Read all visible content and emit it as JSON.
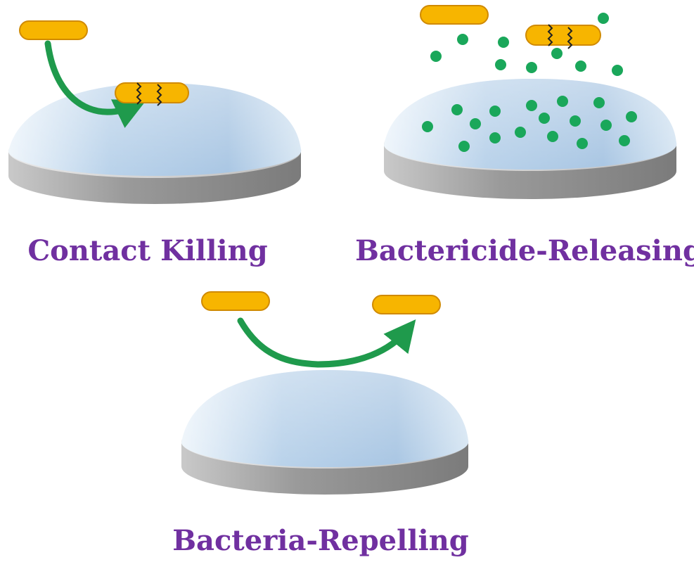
{
  "panels": {
    "contact_killing": {
      "label": "Contact Killing"
    },
    "bactericide_releasing": {
      "label": "Bactericide-Releasing"
    },
    "bacteria_repelling": {
      "label": "Bacteria-Repelling"
    }
  },
  "colors": {
    "label": "#7030a0",
    "bacterium_fill": "#f7b500",
    "bacterium_stroke": "#d08a00",
    "bactericide_dot": "#1aa75a",
    "arrow": "#1f9a4c",
    "coating_top": "#a9c6e3",
    "coating_light": "#e6f0f9",
    "substrate": "#8e8e8e"
  }
}
